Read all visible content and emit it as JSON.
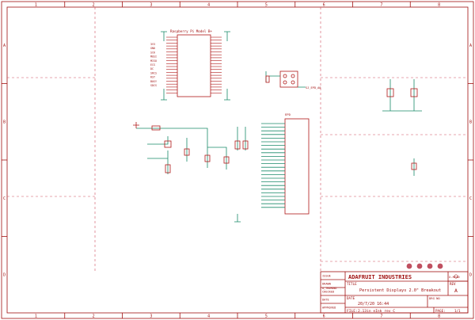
{
  "frame": {
    "columns": [
      "1",
      "2",
      "3",
      "4",
      "5",
      "6",
      "7",
      "8"
    ],
    "rows": [
      "A",
      "B",
      "C",
      "D"
    ]
  },
  "schematic": {
    "rpi_header_title": "Raspberry Pi Model B+",
    "driver_chip_label": "EPD",
    "jumper_label": "SJ_EPD_A0",
    "net_labels": [
      "3V3",
      "GND",
      "SCK",
      "MOSI",
      "MISO",
      "ECS",
      "DC",
      "SRCS",
      "RST",
      "BUSY",
      "SDCS"
    ]
  },
  "logo": {
    "caption": "X-HEAD"
  },
  "title_block": {
    "left_labels": [
      "ISSUE",
      "DRAWN",
      "CHECKED",
      "DATE",
      "APPROVED"
    ],
    "left_values": [
      "",
      "A_TRAMOND",
      "",
      "",
      ""
    ],
    "company": "ADAFRUIT INDUSTRIES",
    "title_label": "TITLE",
    "title_value": "Persistent Displays 2.0\" Breakout",
    "date_label": "DATE",
    "date_value": "20/7/20 16:44",
    "drg_label": "DRG NO",
    "drg_value": "",
    "rev_label": "REV",
    "rev_value": "A",
    "file_label": "FILE:",
    "file_value": "2.13in eInk rev C",
    "page_label": "PAGE:",
    "page_value": "1/1"
  }
}
